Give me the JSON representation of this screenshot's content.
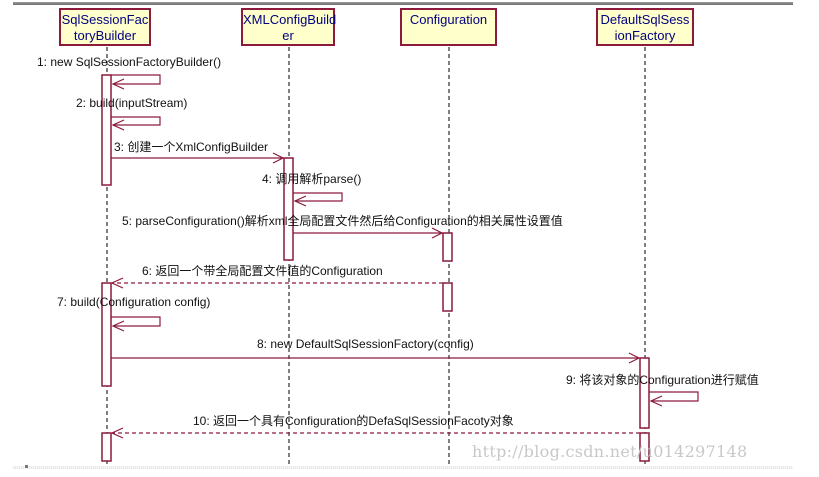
{
  "diagram": {
    "type": "uml-sequence-diagram",
    "lifelines": [
      {
        "id": "ssfb",
        "name_line1": "SqlSessionFac",
        "name_line2": "toryBuilder"
      },
      {
        "id": "xcb",
        "name_line1": "XMLConfigBuild",
        "name_line2": "er"
      },
      {
        "id": "cfg",
        "name_line1": "Configuration",
        "name_line2": ""
      },
      {
        "id": "dssf",
        "name_line1": "DefaultSqlSess",
        "name_line2": "ionFactory"
      }
    ],
    "messages": [
      {
        "num": 1,
        "label": "1: new SqlSessionFactoryBuilder()",
        "from": "ssfb",
        "to": "ssfb",
        "kind": "self"
      },
      {
        "num": 2,
        "label": "2: build(inputStream)",
        "from": "ssfb",
        "to": "ssfb",
        "kind": "self"
      },
      {
        "num": 3,
        "label": "3: 创建一个XmlConfigBuilder",
        "from": "ssfb",
        "to": "xcb",
        "kind": "call"
      },
      {
        "num": 4,
        "label": "4: 调用解析parse()",
        "from": "xcb",
        "to": "xcb",
        "kind": "self"
      },
      {
        "num": 5,
        "label": "5: parseConfiguration()解析xml全局配置文件然后给Configuration的相关属性设置值",
        "from": "xcb",
        "to": "cfg",
        "kind": "call"
      },
      {
        "num": 6,
        "label": "6: 返回一个带全局配置文件值的Configuration",
        "from": "cfg",
        "to": "ssfb",
        "kind": "return"
      },
      {
        "num": 7,
        "label": "7: build(Configuration config)",
        "from": "ssfb",
        "to": "ssfb",
        "kind": "self"
      },
      {
        "num": 8,
        "label": "8: new DefaultSqlSessionFactory(config)",
        "from": "ssfb",
        "to": "dssf",
        "kind": "call"
      },
      {
        "num": 9,
        "label": "9: 将该对象的Configuration进行赋值",
        "from": "dssf",
        "to": "dssf",
        "kind": "self"
      },
      {
        "num": 10,
        "label": "10: 返回一个具有Configuration的DefaSqlSessionFacoty对象",
        "from": "dssf",
        "to": "ssfb",
        "kind": "return"
      }
    ]
  },
  "watermark": "http://blog.csdn.net/u014297148",
  "colors": {
    "object_fill": "#ffffcc",
    "object_border": "#8c1a3c",
    "object_text": "#000080",
    "message_line": "#8c1a3c",
    "lifeline": "#000000"
  }
}
